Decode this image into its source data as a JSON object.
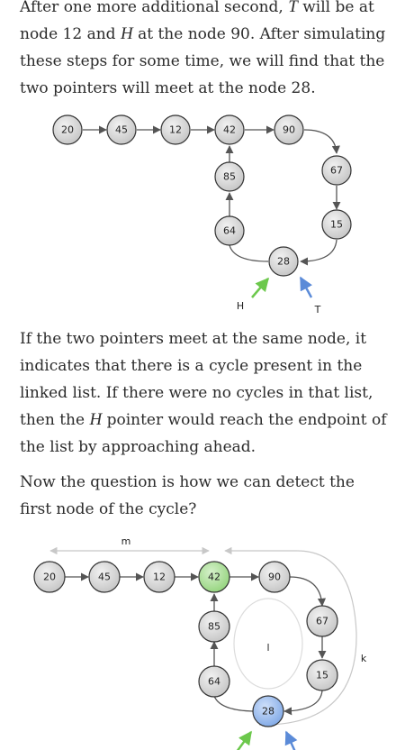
{
  "paragraphs": {
    "p1": {
      "s1_a": "After one more additional second, ",
      "s1_var1": "T",
      "s1_b": " will be at node 12 and ",
      "s1_var2": "H",
      "s1_c": " at the node 90. After simulating these steps for some time, we will find that the two pointers will meet at the node 28."
    },
    "p2": {
      "a": "If the two pointers meet at the same node, it indicates that there is a cycle present in the linked list. If there were no cycles in that list, then the ",
      "var": "H",
      "b": " pointer would reach the endpoint of the list by approaching ahead."
    },
    "p3": {
      "text": "Now the question is how we can detect the first node of the cycle?"
    }
  },
  "diagram1": {
    "nodes": [
      "20",
      "45",
      "12",
      "42",
      "90",
      "67",
      "15",
      "28",
      "64",
      "85"
    ],
    "pointer_h": "H",
    "pointer_t": "T"
  },
  "diagram2": {
    "nodes": [
      "20",
      "45",
      "12",
      "42",
      "90",
      "67",
      "15",
      "28",
      "64",
      "85"
    ],
    "label_m": "m",
    "label_l": "l",
    "label_k": "k"
  },
  "colors": {
    "node_gray": "#d4d4d4",
    "node_green": "#a6dc94",
    "node_blue": "#8fb4ea",
    "arrow_green": "#6cc84c",
    "arrow_blue": "#5b8bd8",
    "edge": "#555555",
    "guide": "#cccccc"
  }
}
